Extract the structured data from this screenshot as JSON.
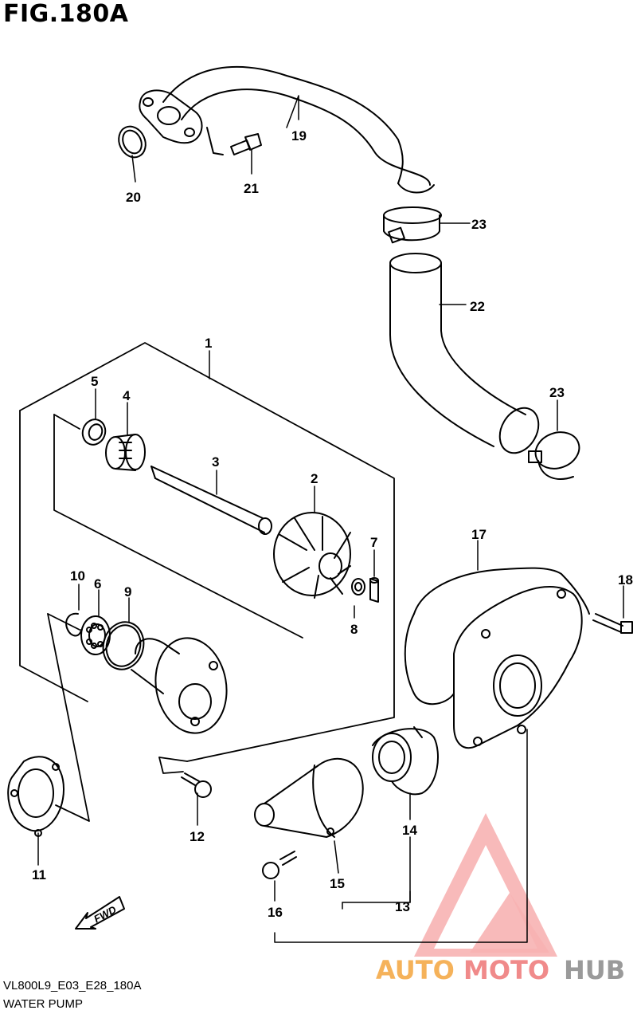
{
  "figure": {
    "title": "FIG.180A",
    "code": "VL800L9_E03_E28_180A",
    "name": "WATER PUMP"
  },
  "callouts": [
    "1",
    "2",
    "3",
    "4",
    "5",
    "6",
    "7",
    "8",
    "9",
    "10",
    "11",
    "12",
    "13",
    "14",
    "15",
    "16",
    "17",
    "18",
    "19",
    "20",
    "21",
    "22",
    "23",
    "23"
  ],
  "fwd_label": "FWD",
  "watermark": {
    "part1": "AUTO",
    "part2": "MOTO",
    "part3": "HUB",
    "color_orange": "#f5b25a",
    "color_red": "#f08a8a",
    "color_gray": "#9a9a9a"
  }
}
